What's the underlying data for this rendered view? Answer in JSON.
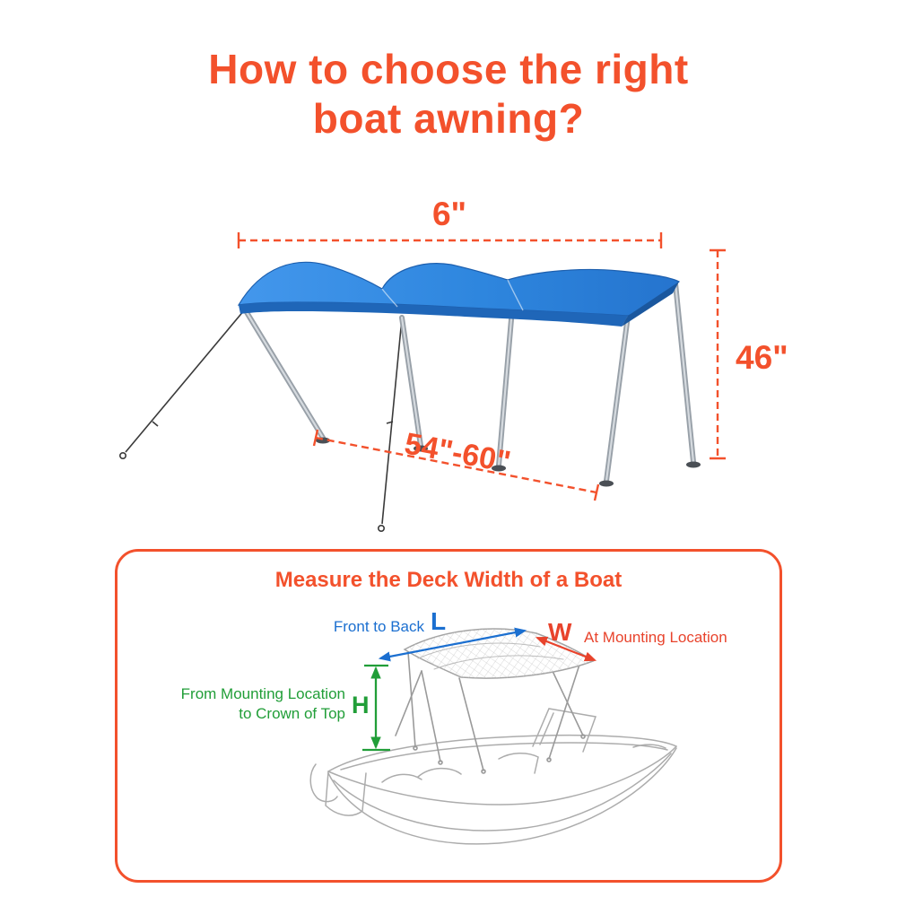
{
  "colors": {
    "accent_orange": "#F3512C",
    "canopy_blue": "#2E86DE",
    "canopy_blue_dark": "#1F66B8",
    "label_blue": "#1B6FD0",
    "label_red": "#E8432C",
    "label_green": "#219E38",
    "sketch_gray": "#ACACAC",
    "pole_gray": "#98A0A8"
  },
  "header": {
    "title_line1": "How to choose the right",
    "title_line2": "boat awning?"
  },
  "awning_diagram": {
    "top_width": "6\"",
    "height": "46\"",
    "length_range": "54\"-60\""
  },
  "measure_box": {
    "title": "Measure the Deck Width of a Boat",
    "length": {
      "label": "Front to Back",
      "letter": "L"
    },
    "width": {
      "letter": "W",
      "label": "At Mounting Location"
    },
    "height": {
      "letter": "H",
      "label_line1": "From Mounting Location",
      "label_line2": "to Crown of Top"
    }
  }
}
